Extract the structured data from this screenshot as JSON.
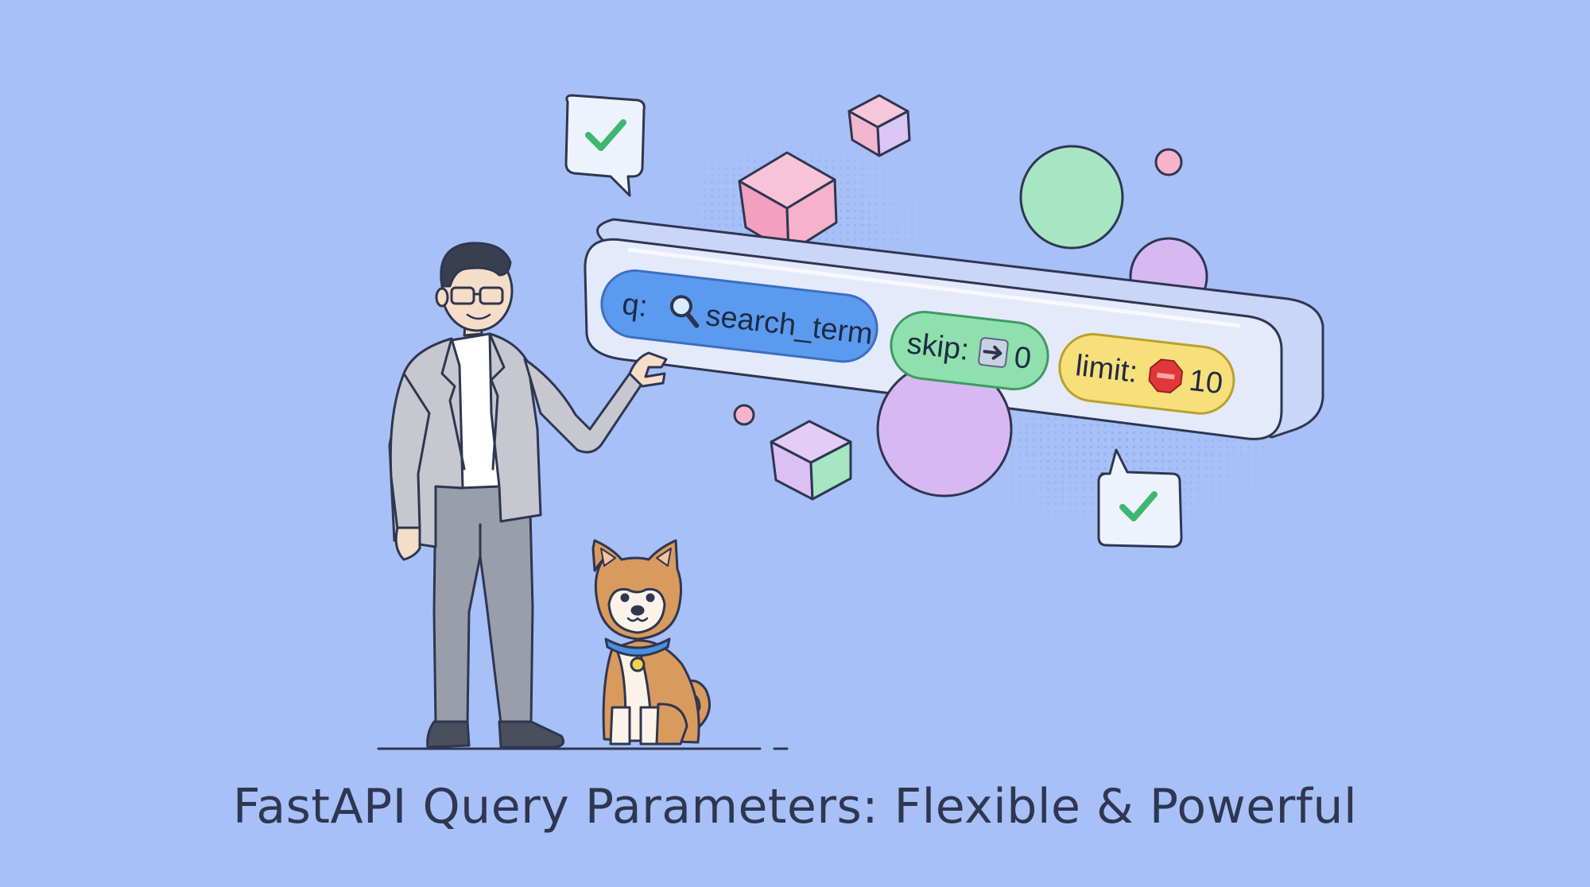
{
  "caption": "FastAPI Query Parameters: Flexible & Powerful",
  "query_bar": {
    "params": [
      {
        "key": "q:",
        "icon": "magnifier-icon",
        "value": "search_term",
        "color": "#5b9bef",
        "border": "#3d6fc0"
      },
      {
        "key": "skip:",
        "icon": "arrow-right-icon",
        "value": "0",
        "color": "#8fe0ad",
        "border": "#3f9a62"
      },
      {
        "key": "limit:",
        "icon": "stop-sign-icon",
        "value": "10",
        "color": "#f7e07a",
        "border": "#b9a12e"
      }
    ]
  },
  "colors": {
    "background": "#a7c0f7",
    "bar": "#dfe6fb",
    "mint": "#a6e6c3",
    "lilac": "#d8b8f3",
    "pink": "#f6b4cc"
  }
}
